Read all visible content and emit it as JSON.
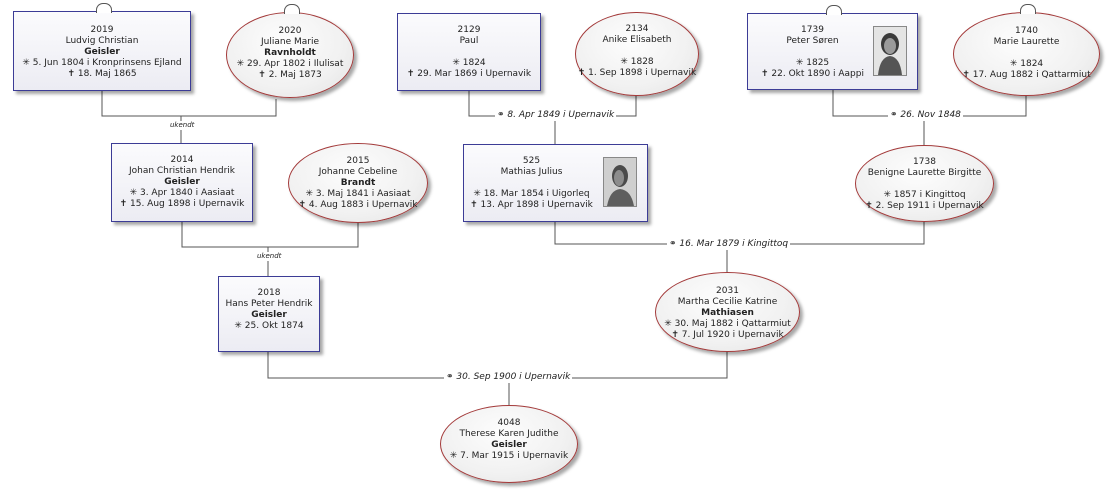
{
  "persons": {
    "p2019": {
      "id": "2019",
      "given": "Ludvig Christian",
      "surname": "Geisler",
      "birth": "✳ 5. Jun 1804 i  Kronprinsens Ejland",
      "death": "✝ 18. Maj 1865"
    },
    "p2020": {
      "id": "2020",
      "given": "Juliane Marie",
      "surname": "Ravnholdt",
      "birth": "✳ 29. Apr 1802 i  Ilulisat",
      "death": "✝ 2. Maj 1873"
    },
    "p2129": {
      "id": "2129",
      "given": "Paul",
      "birth": "✳ 1824",
      "death": "✝ 29. Mar 1869 i  Upernavik"
    },
    "p2134": {
      "id": "2134",
      "given": "Anike Elisabeth",
      "birth": "✳ 1828",
      "death": "✝ 1. Sep 1898 i  Upernavik"
    },
    "p1739": {
      "id": "1739",
      "given": "Peter Søren",
      "birth": "✳ 1825",
      "death": "✝ 22. Okt 1890 i  Aappi"
    },
    "p1740": {
      "id": "1740",
      "given": "Marie Laurette",
      "birth": "✳ 1824",
      "death": "✝ 17. Aug 1882 i  Qattarmiut"
    },
    "p2014": {
      "id": "2014",
      "given": "Johan Christian Hendrik",
      "surname": "Geisler",
      "birth": "✳ 3. Apr 1840 i  Aasiaat",
      "death": "✝ 15. Aug 1898 i  Upernavik"
    },
    "p2015": {
      "id": "2015",
      "given": "Johanne Cebeline",
      "surname": "Brandt",
      "birth": "✳ 3. Maj 1841 i  Aasiaat",
      "death": "✝ 4. Aug 1883 i  Upernavik"
    },
    "p525": {
      "id": "525",
      "given": "Mathias Julius",
      "birth": "✳ 18. Mar 1854 i  Uigorleq",
      "death": "✝ 13. Apr 1898 i  Upernavik"
    },
    "p1738": {
      "id": "1738",
      "given": "Benigne Laurette Birgitte",
      "birth": "✳ 1857 i  Kingittoq",
      "death": "✝ 2. Sep 1911 i  Upernavik"
    },
    "p2018": {
      "id": "2018",
      "given": "Hans Peter Hendrik",
      "surname": "Geisler",
      "birth": "✳ 25. Okt 1874"
    },
    "p2031": {
      "id": "2031",
      "given": "Martha Cecilie Katrine",
      "surname": "Mathiasen",
      "birth": "✳ 30. Maj 1882 i  Qattarmiut",
      "death": "✝ 7. Jul 1920 i  Upernavik"
    },
    "p4048": {
      "id": "4048",
      "given": "Therese Karen Judithe",
      "surname": "Geisler",
      "birth": "✳ 7. Mar 1915 i  Upernavik"
    }
  },
  "marriages": {
    "m1": "ukendt",
    "m2": "⚭ 8. Apr 1849 i  Upernavik",
    "m3": "⚭ 26. Nov 1848",
    "m4": "ukendt",
    "m5": "⚭ 16. Mar 1879 i  Kingittoq",
    "m6": "⚭ 30. Sep 1900 i  Upernavik"
  },
  "colors": {
    "male_border": "#3c3c96",
    "female_border": "#a33a3a",
    "line": "#555555"
  }
}
